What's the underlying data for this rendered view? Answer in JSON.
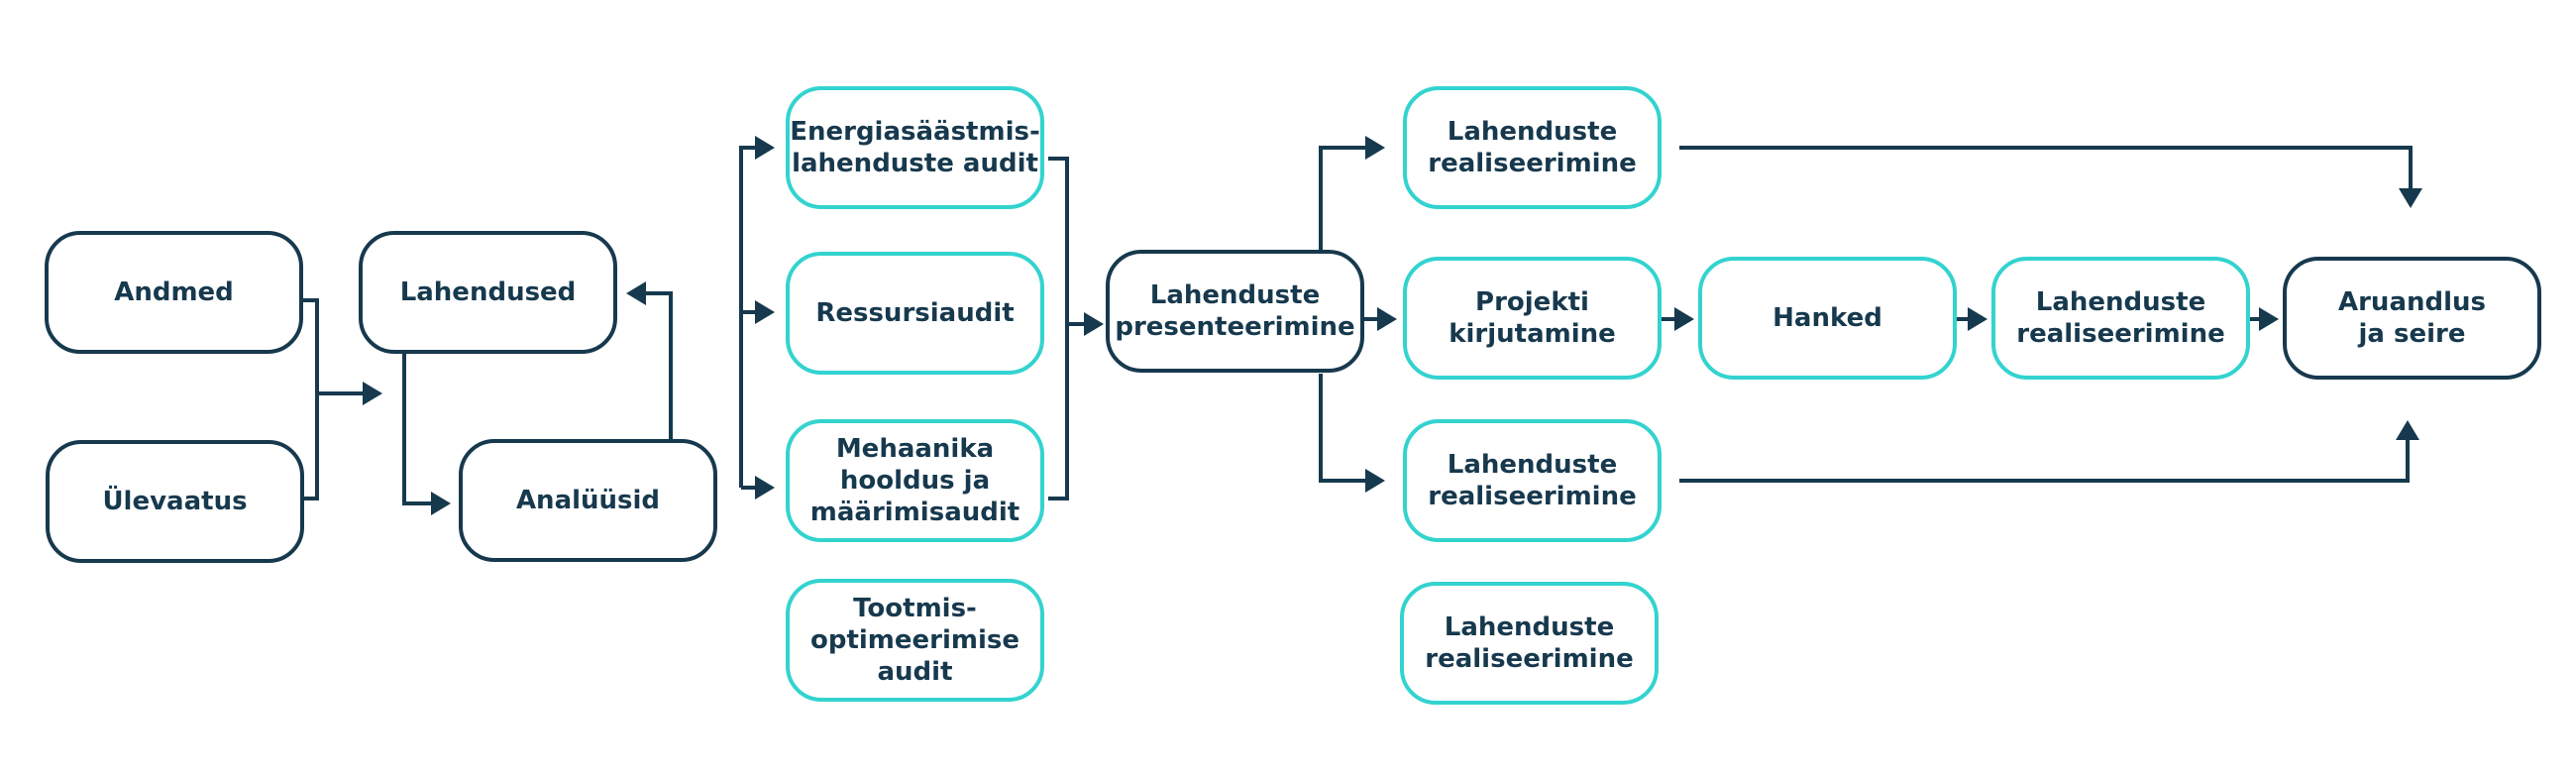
{
  "colors": {
    "dark": "#17394e",
    "teal": "#33d3cf",
    "text": "#17394e"
  },
  "nodes": {
    "andmed": {
      "lines": [
        "Andmed"
      ],
      "style": "dark"
    },
    "ulevaatus": {
      "lines": [
        "Ülevaatus"
      ],
      "style": "dark"
    },
    "lahendused": {
      "lines": [
        "Lahendused"
      ],
      "style": "dark"
    },
    "analuusid": {
      "lines": [
        "Analüüsid"
      ],
      "style": "dark"
    },
    "energia": {
      "lines": [
        "Energiasäästmis-",
        "lahenduste audit"
      ],
      "style": "teal"
    },
    "ressurss": {
      "lines": [
        "Ressursiaudit"
      ],
      "style": "teal"
    },
    "mehaanika": {
      "lines": [
        "Mehaanika",
        "hooldus ja",
        "määrimisaudit"
      ],
      "style": "teal"
    },
    "tootmis": {
      "lines": [
        "Tootmis-",
        "optimeerimise",
        "audit"
      ],
      "style": "teal"
    },
    "presenteerimine": {
      "lines": [
        "Lahenduste",
        "presenteerimine"
      ],
      "style": "dark"
    },
    "real_top": {
      "lines": [
        "Lahenduste",
        "realiseerimine"
      ],
      "style": "teal"
    },
    "projekti": {
      "lines": [
        "Projekti",
        "kirjutamine"
      ],
      "style": "teal"
    },
    "hanked": {
      "lines": [
        "Hanked"
      ],
      "style": "teal"
    },
    "real_mid": {
      "lines": [
        "Lahenduste",
        "realiseerimine"
      ],
      "style": "teal"
    },
    "aruandlus": {
      "lines": [
        "Aruandlus",
        "ja seire"
      ],
      "style": "dark"
    },
    "real_low": {
      "lines": [
        "Lahenduste",
        "realiseerimine"
      ],
      "style": "teal"
    },
    "real_bottom": {
      "lines": [
        "Lahenduste",
        "realiseerimine"
      ],
      "style": "teal"
    }
  }
}
